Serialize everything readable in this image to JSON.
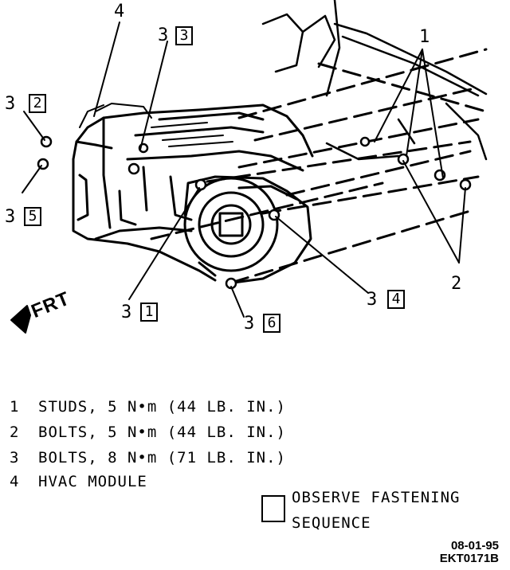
{
  "callouts": {
    "c4": "4",
    "c3_top": "3",
    "box3_top": "3",
    "c1": "1",
    "c3_box2": "3",
    "box2": "2",
    "c3_box5": "3",
    "box5": "5",
    "c2": "2",
    "c3_box1": "3",
    "box1": "1",
    "c3_box4": "3",
    "box4": "4",
    "c3_box6": "3",
    "box6": "6"
  },
  "front_label": "FRT",
  "legend": [
    {
      "num": "1",
      "text": "STUDS, 5 N•m (44 LB. IN.)"
    },
    {
      "num": "2",
      "text": "BOLTS, 5 N•m (44 LB. IN.)"
    },
    {
      "num": "3",
      "text": "BOLTS, 8 N•m (71 LB. IN.)"
    },
    {
      "num": "4",
      "text": "HVAC MODULE"
    }
  ],
  "observe_note": {
    "line1": "OBSERVE FASTENING",
    "line2": "SEQUENCE"
  },
  "figure_code": {
    "date": "08-01-95",
    "id": "EKT0171B"
  },
  "colors": {
    "ink": "#000000",
    "paper": "#ffffff"
  }
}
